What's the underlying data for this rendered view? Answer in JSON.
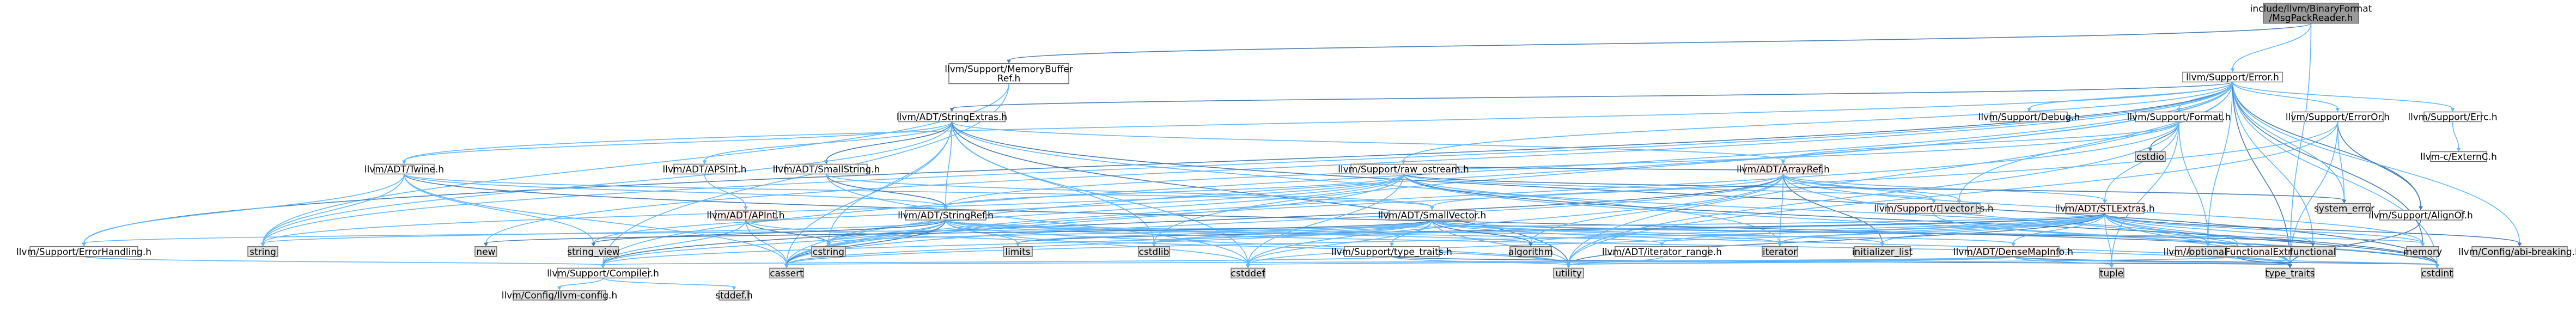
{
  "colors": {
    "root_fill": "#999999",
    "local_fill": "#ffffff",
    "system_fill": "#e0e0e0",
    "truncated_fill": "#fff0f0",
    "truncated_border": "#ff0000",
    "edge": "#63b8ff",
    "edge_dark": "#4a7fb5"
  },
  "nodes": [
    {
      "id": "root",
      "kind": "root",
      "lines": [
        "include/llvm/BinaryFormat",
        "/MsgPackReader.h"
      ]
    },
    {
      "id": "membuf",
      "kind": "local",
      "lines": [
        "llvm/Support/MemoryBuffer",
        "Ref.h"
      ]
    },
    {
      "id": "error",
      "kind": "local",
      "lines": [
        "llvm/Support/Error.h"
      ]
    },
    {
      "id": "stringextras",
      "kind": "local",
      "lines": [
        "llvm/ADT/StringExtras.h"
      ]
    },
    {
      "id": "debug",
      "kind": "local",
      "lines": [
        "llvm/Support/Debug.h"
      ]
    },
    {
      "id": "format",
      "kind": "local",
      "lines": [
        "llvm/Support/Format.h"
      ]
    },
    {
      "id": "errc",
      "kind": "local",
      "lines": [
        "llvm/Support/Errc.h"
      ]
    },
    {
      "id": "externc",
      "kind": "local",
      "lines": [
        "llvm-c/ExternC.h"
      ]
    },
    {
      "id": "erroror",
      "kind": "local",
      "lines": [
        "llvm/Support/ErrorOr.h"
      ]
    },
    {
      "id": "alignof",
      "kind": "local",
      "lines": [
        "llvm/Support/AlignOf.h"
      ]
    },
    {
      "id": "twine",
      "kind": "local",
      "lines": [
        "llvm/ADT/Twine.h"
      ]
    },
    {
      "id": "apsint",
      "kind": "local",
      "lines": [
        "llvm/ADT/APSInt.h"
      ]
    },
    {
      "id": "smallstring",
      "kind": "local",
      "lines": [
        "llvm/ADT/SmallString.h"
      ]
    },
    {
      "id": "apint",
      "kind": "truncated",
      "lines": [
        "llvm/ADT/APInt.h"
      ]
    },
    {
      "id": "arrayref",
      "kind": "truncated",
      "lines": [
        "llvm/ADT/ArrayRef.h"
      ]
    },
    {
      "id": "rawostream",
      "kind": "local",
      "lines": [
        "llvm/Support/raw_ostream.h"
      ]
    },
    {
      "id": "datatypes",
      "kind": "truncated",
      "lines": [
        "llvm/Support/DataTypes.h"
      ]
    },
    {
      "id": "stlextras",
      "kind": "truncated",
      "lines": [
        "llvm/ADT/STLExtras.h"
      ]
    },
    {
      "id": "stringref",
      "kind": "local",
      "lines": [
        "llvm/ADT/StringRef.h"
      ]
    },
    {
      "id": "smallvector",
      "kind": "local",
      "lines": [
        "llvm/ADT/SmallVector.h"
      ]
    },
    {
      "id": "errorhandling",
      "kind": "local",
      "lines": [
        "llvm/Support/ErrorHandling.h"
      ]
    },
    {
      "id": "typetraits_h",
      "kind": "local",
      "lines": [
        "llvm/Support/type_traits.h"
      ]
    },
    {
      "id": "iterrange",
      "kind": "local",
      "lines": [
        "llvm/ADT/iterator_range.h"
      ]
    },
    {
      "id": "densemapinfo",
      "kind": "truncated",
      "lines": [
        "llvm/ADT/DenseMapInfo.h"
      ]
    },
    {
      "id": "stlfunctional",
      "kind": "truncated",
      "lines": [
        "llvm/ADT/STLFunctionalExtras.h"
      ]
    },
    {
      "id": "compiler",
      "kind": "local",
      "lines": [
        "llvm/Support/Compiler.h"
      ]
    },
    {
      "id": "llvmconfig",
      "kind": "system",
      "lines": [
        "llvm/Config/llvm-config.h"
      ]
    },
    {
      "id": "stddef",
      "kind": "system",
      "lines": [
        "stddef.h"
      ]
    },
    {
      "id": "cstdio",
      "kind": "system",
      "lines": [
        "cstdio"
      ]
    },
    {
      "id": "vector",
      "kind": "system",
      "lines": [
        "vector"
      ]
    },
    {
      "id": "system_error",
      "kind": "system",
      "lines": [
        "system_error"
      ]
    },
    {
      "id": "optional",
      "kind": "system",
      "lines": [
        "optional"
      ]
    },
    {
      "id": "functional",
      "kind": "system",
      "lines": [
        "functional"
      ]
    },
    {
      "id": "memory",
      "kind": "system",
      "lines": [
        "memory"
      ]
    },
    {
      "id": "abibreaking",
      "kind": "system",
      "lines": [
        "llvm/Config/abi-breaking.h"
      ]
    },
    {
      "id": "string",
      "kind": "system",
      "lines": [
        "string"
      ]
    },
    {
      "id": "new",
      "kind": "system",
      "lines": [
        "new"
      ]
    },
    {
      "id": "string_view",
      "kind": "system",
      "lines": [
        "string_view"
      ]
    },
    {
      "id": "cstring",
      "kind": "system",
      "lines": [
        "cstring"
      ]
    },
    {
      "id": "limits",
      "kind": "system",
      "lines": [
        "limits"
      ]
    },
    {
      "id": "cstdlib",
      "kind": "system",
      "lines": [
        "cstdlib"
      ]
    },
    {
      "id": "algorithm",
      "kind": "system",
      "lines": [
        "algorithm"
      ]
    },
    {
      "id": "iterator",
      "kind": "system",
      "lines": [
        "iterator"
      ]
    },
    {
      "id": "init_list",
      "kind": "system",
      "lines": [
        "initializer_list"
      ]
    },
    {
      "id": "cassert",
      "kind": "system",
      "lines": [
        "cassert"
      ]
    },
    {
      "id": "cstddef",
      "kind": "system",
      "lines": [
        "cstddef"
      ]
    },
    {
      "id": "utility",
      "kind": "system",
      "lines": [
        "utility"
      ]
    },
    {
      "id": "tuple",
      "kind": "system",
      "lines": [
        "tuple"
      ]
    },
    {
      "id": "type_traits",
      "kind": "system",
      "lines": [
        "type_traits"
      ]
    },
    {
      "id": "cstdint",
      "kind": "system",
      "lines": [
        "cstdint"
      ]
    }
  ],
  "edges": [
    [
      "root",
      "membuf"
    ],
    [
      "root",
      "error"
    ],
    [
      "root",
      "type_traits"
    ],
    [
      "membuf",
      "compiler"
    ],
    [
      "membuf",
      "string"
    ],
    [
      "error",
      "stringextras"
    ],
    [
      "error",
      "debug"
    ],
    [
      "error",
      "format"
    ],
    [
      "error",
      "errc"
    ],
    [
      "error",
      "erroror"
    ],
    [
      "error",
      "alignof"
    ],
    [
      "error",
      "twine"
    ],
    [
      "error",
      "rawostream"
    ],
    [
      "error",
      "abibreaking"
    ],
    [
      "error",
      "compiler"
    ],
    [
      "error",
      "errorhandling"
    ],
    [
      "error",
      "cassert"
    ],
    [
      "error",
      "cstdint"
    ],
    [
      "error",
      "cstdlib"
    ],
    [
      "error",
      "functional"
    ],
    [
      "error",
      "memory"
    ],
    [
      "error",
      "new"
    ],
    [
      "error",
      "optional"
    ],
    [
      "error",
      "string"
    ],
    [
      "error",
      "system_error"
    ],
    [
      "error",
      "type_traits"
    ],
    [
      "error",
      "utility"
    ],
    [
      "error",
      "vector"
    ],
    [
      "stringextras",
      "apsint"
    ],
    [
      "stringextras",
      "arrayref"
    ],
    [
      "stringextras",
      "smallstring"
    ],
    [
      "stringextras",
      "stringref"
    ],
    [
      "stringextras",
      "twine"
    ],
    [
      "stringextras",
      "cassert"
    ],
    [
      "stringextras",
      "cstddef"
    ],
    [
      "stringextras",
      "cstdint"
    ],
    [
      "stringextras",
      "cstdlib"
    ],
    [
      "stringextras",
      "cstring"
    ],
    [
      "stringextras",
      "iterator"
    ],
    [
      "stringextras",
      "string"
    ],
    [
      "stringextras",
      "utility"
    ],
    [
      "format",
      "arrayref"
    ],
    [
      "format",
      "stringref"
    ],
    [
      "format",
      "stlextras"
    ],
    [
      "format",
      "cassert"
    ],
    [
      "format",
      "cstdio"
    ],
    [
      "format",
      "optional"
    ],
    [
      "format",
      "tuple"
    ],
    [
      "format",
      "utility"
    ],
    [
      "errc",
      "externc"
    ],
    [
      "erroror",
      "alignof"
    ],
    [
      "erroror",
      "cassert"
    ],
    [
      "erroror",
      "system_error"
    ],
    [
      "erroror",
      "type_traits"
    ],
    [
      "erroror",
      "utility"
    ],
    [
      "alignof",
      "type_traits"
    ],
    [
      "twine",
      "smallvector"
    ],
    [
      "twine",
      "stringref"
    ],
    [
      "twine",
      "errorhandling"
    ],
    [
      "twine",
      "cassert"
    ],
    [
      "twine",
      "cstdint"
    ],
    [
      "twine",
      "string"
    ],
    [
      "twine",
      "string_view"
    ],
    [
      "apsint",
      "apint"
    ],
    [
      "smallstring",
      "smallvector"
    ],
    [
      "smallstring",
      "stringref"
    ],
    [
      "smallstring",
      "cstddef"
    ],
    [
      "apint",
      "compiler"
    ],
    [
      "apint",
      "cassert"
    ],
    [
      "apint",
      "climits"
    ],
    [
      "apint",
      "cstring"
    ],
    [
      "apint",
      "utility"
    ],
    [
      "arrayref",
      "datatypes"
    ],
    [
      "arrayref",
      "stlextras"
    ],
    [
      "arrayref",
      "smallvector"
    ],
    [
      "arrayref",
      "compiler"
    ],
    [
      "arrayref",
      "algorithm"
    ],
    [
      "arrayref",
      "array"
    ],
    [
      "arrayref",
      "cassert"
    ],
    [
      "arrayref",
      "cstddef"
    ],
    [
      "arrayref",
      "init_list"
    ],
    [
      "arrayref",
      "iterator"
    ],
    [
      "arrayref",
      "memory"
    ],
    [
      "arrayref",
      "type_traits"
    ],
    [
      "arrayref",
      "vector"
    ],
    [
      "rawostream",
      "arrayref"
    ],
    [
      "rawostream",
      "stringref"
    ],
    [
      "rawostream",
      "datatypes"
    ],
    [
      "rawostream",
      "cassert"
    ],
    [
      "rawostream",
      "cstddef"
    ],
    [
      "rawostream",
      "cstdint"
    ],
    [
      "rawostream",
      "cstring"
    ],
    [
      "rawostream",
      "optional"
    ],
    [
      "rawostream",
      "string"
    ],
    [
      "rawostream",
      "string_view"
    ],
    [
      "rawostream",
      "system_error"
    ],
    [
      "rawostream",
      "type_traits"
    ],
    [
      "stlextras",
      "densemapinfo"
    ],
    [
      "stlextras",
      "stlfunctional"
    ],
    [
      "stlextras",
      "iterrange"
    ],
    [
      "stlextras",
      "abibreaking"
    ],
    [
      "stlextras",
      "errorhandling"
    ],
    [
      "stlextras",
      "algorithm"
    ],
    [
      "stlextras",
      "cassert"
    ],
    [
      "stlextras",
      "cstddef"
    ],
    [
      "stlextras",
      "cstdint"
    ],
    [
      "stlextras",
      "cstdlib"
    ],
    [
      "stlextras",
      "functional"
    ],
    [
      "stlextras",
      "init_list"
    ],
    [
      "stlextras",
      "iterator"
    ],
    [
      "stlextras",
      "limits"
    ],
    [
      "stlextras",
      "memory"
    ],
    [
      "stlextras",
      "optional"
    ],
    [
      "stlextras",
      "tuple"
    ],
    [
      "stlextras",
      "type_traits"
    ],
    [
      "stlextras",
      "utility"
    ],
    [
      "stringref",
      "densemapinfo"
    ],
    [
      "stringref",
      "iterrange"
    ],
    [
      "stringref",
      "compiler"
    ],
    [
      "stringref",
      "algorithm"
    ],
    [
      "stringref",
      "cassert"
    ],
    [
      "stringref",
      "cstddef"
    ],
    [
      "stringref",
      "cstring"
    ],
    [
      "stringref",
      "limits"
    ],
    [
      "stringref",
      "string"
    ],
    [
      "stringref",
      "string_view"
    ],
    [
      "stringref",
      "type_traits"
    ],
    [
      "stringref",
      "utility"
    ],
    [
      "smallvector",
      "compiler"
    ],
    [
      "smallvector",
      "typetraits_h"
    ],
    [
      "smallvector",
      "algorithm"
    ],
    [
      "smallvector",
      "cassert"
    ],
    [
      "smallvector",
      "cstddef"
    ],
    [
      "smallvector",
      "cstdlib"
    ],
    [
      "smallvector",
      "cstring"
    ],
    [
      "smallvector",
      "functional"
    ],
    [
      "smallvector",
      "init_list"
    ],
    [
      "smallvector",
      "iterator"
    ],
    [
      "smallvector",
      "limits"
    ],
    [
      "smallvector",
      "memory"
    ],
    [
      "smallvector",
      "new"
    ],
    [
      "smallvector",
      "type_traits"
    ],
    [
      "smallvector",
      "utility"
    ],
    [
      "errorhandling",
      "compiler"
    ],
    [
      "typetraits_h",
      "compiler"
    ],
    [
      "typetraits_h",
      "type_traits"
    ],
    [
      "typetraits_h",
      "utility"
    ],
    [
      "iterrange",
      "utility"
    ],
    [
      "densemapinfo",
      "cassert"
    ],
    [
      "densemapinfo",
      "cstddef"
    ],
    [
      "densemapinfo",
      "cstdint"
    ],
    [
      "densemapinfo",
      "tuple"
    ],
    [
      "densemapinfo",
      "type_traits"
    ],
    [
      "densemapinfo",
      "utility"
    ],
    [
      "stlfunctional",
      "cstdint"
    ],
    [
      "stlfunctional",
      "type_traits"
    ],
    [
      "stlfunctional",
      "utility"
    ],
    [
      "compiler",
      "llvmconfig"
    ],
    [
      "compiler",
      "stddef"
    ],
    [
      "datatypes",
      "cstdint"
    ]
  ]
}
